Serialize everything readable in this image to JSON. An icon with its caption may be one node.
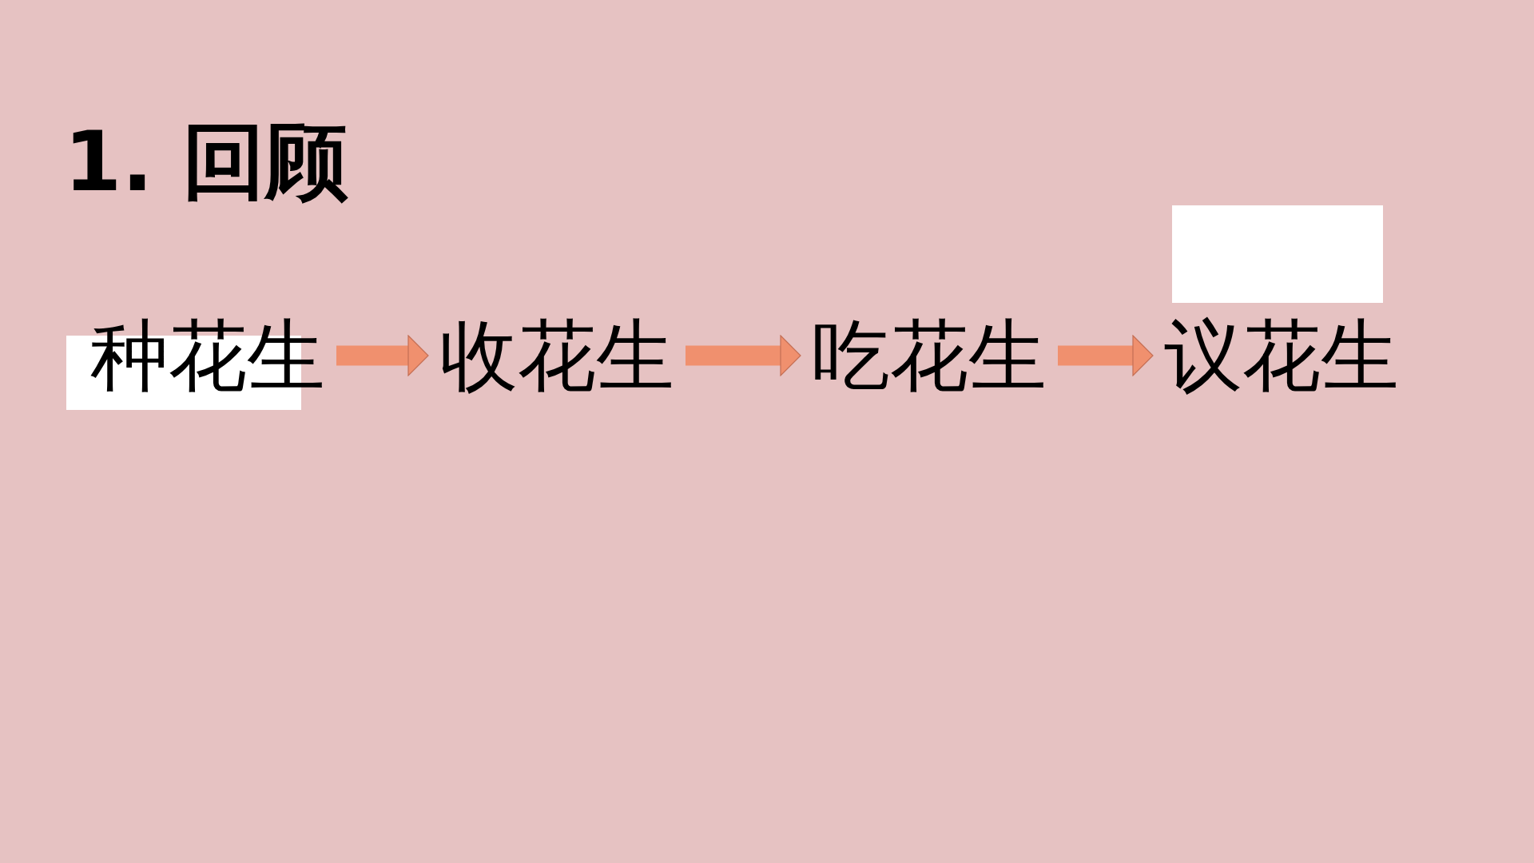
{
  "diagram": {
    "title": "1. 回顾",
    "nodes": [
      {
        "text": [
          "种花生"
        ]
      },
      {
        "text": [
          "收花生"
        ]
      },
      {
        "text": [
          "吃花生"
        ]
      },
      {
        "text": [
          "议花生"
        ]
      }
    ],
    "edges": [
      {
        "from": 0,
        "to": 1,
        "arrow": "to"
      },
      {
        "from": 1,
        "to": 2,
        "arrow": "to"
      },
      {
        "from": 2,
        "to": 3,
        "arrow": "to"
      }
    ]
  }
}
